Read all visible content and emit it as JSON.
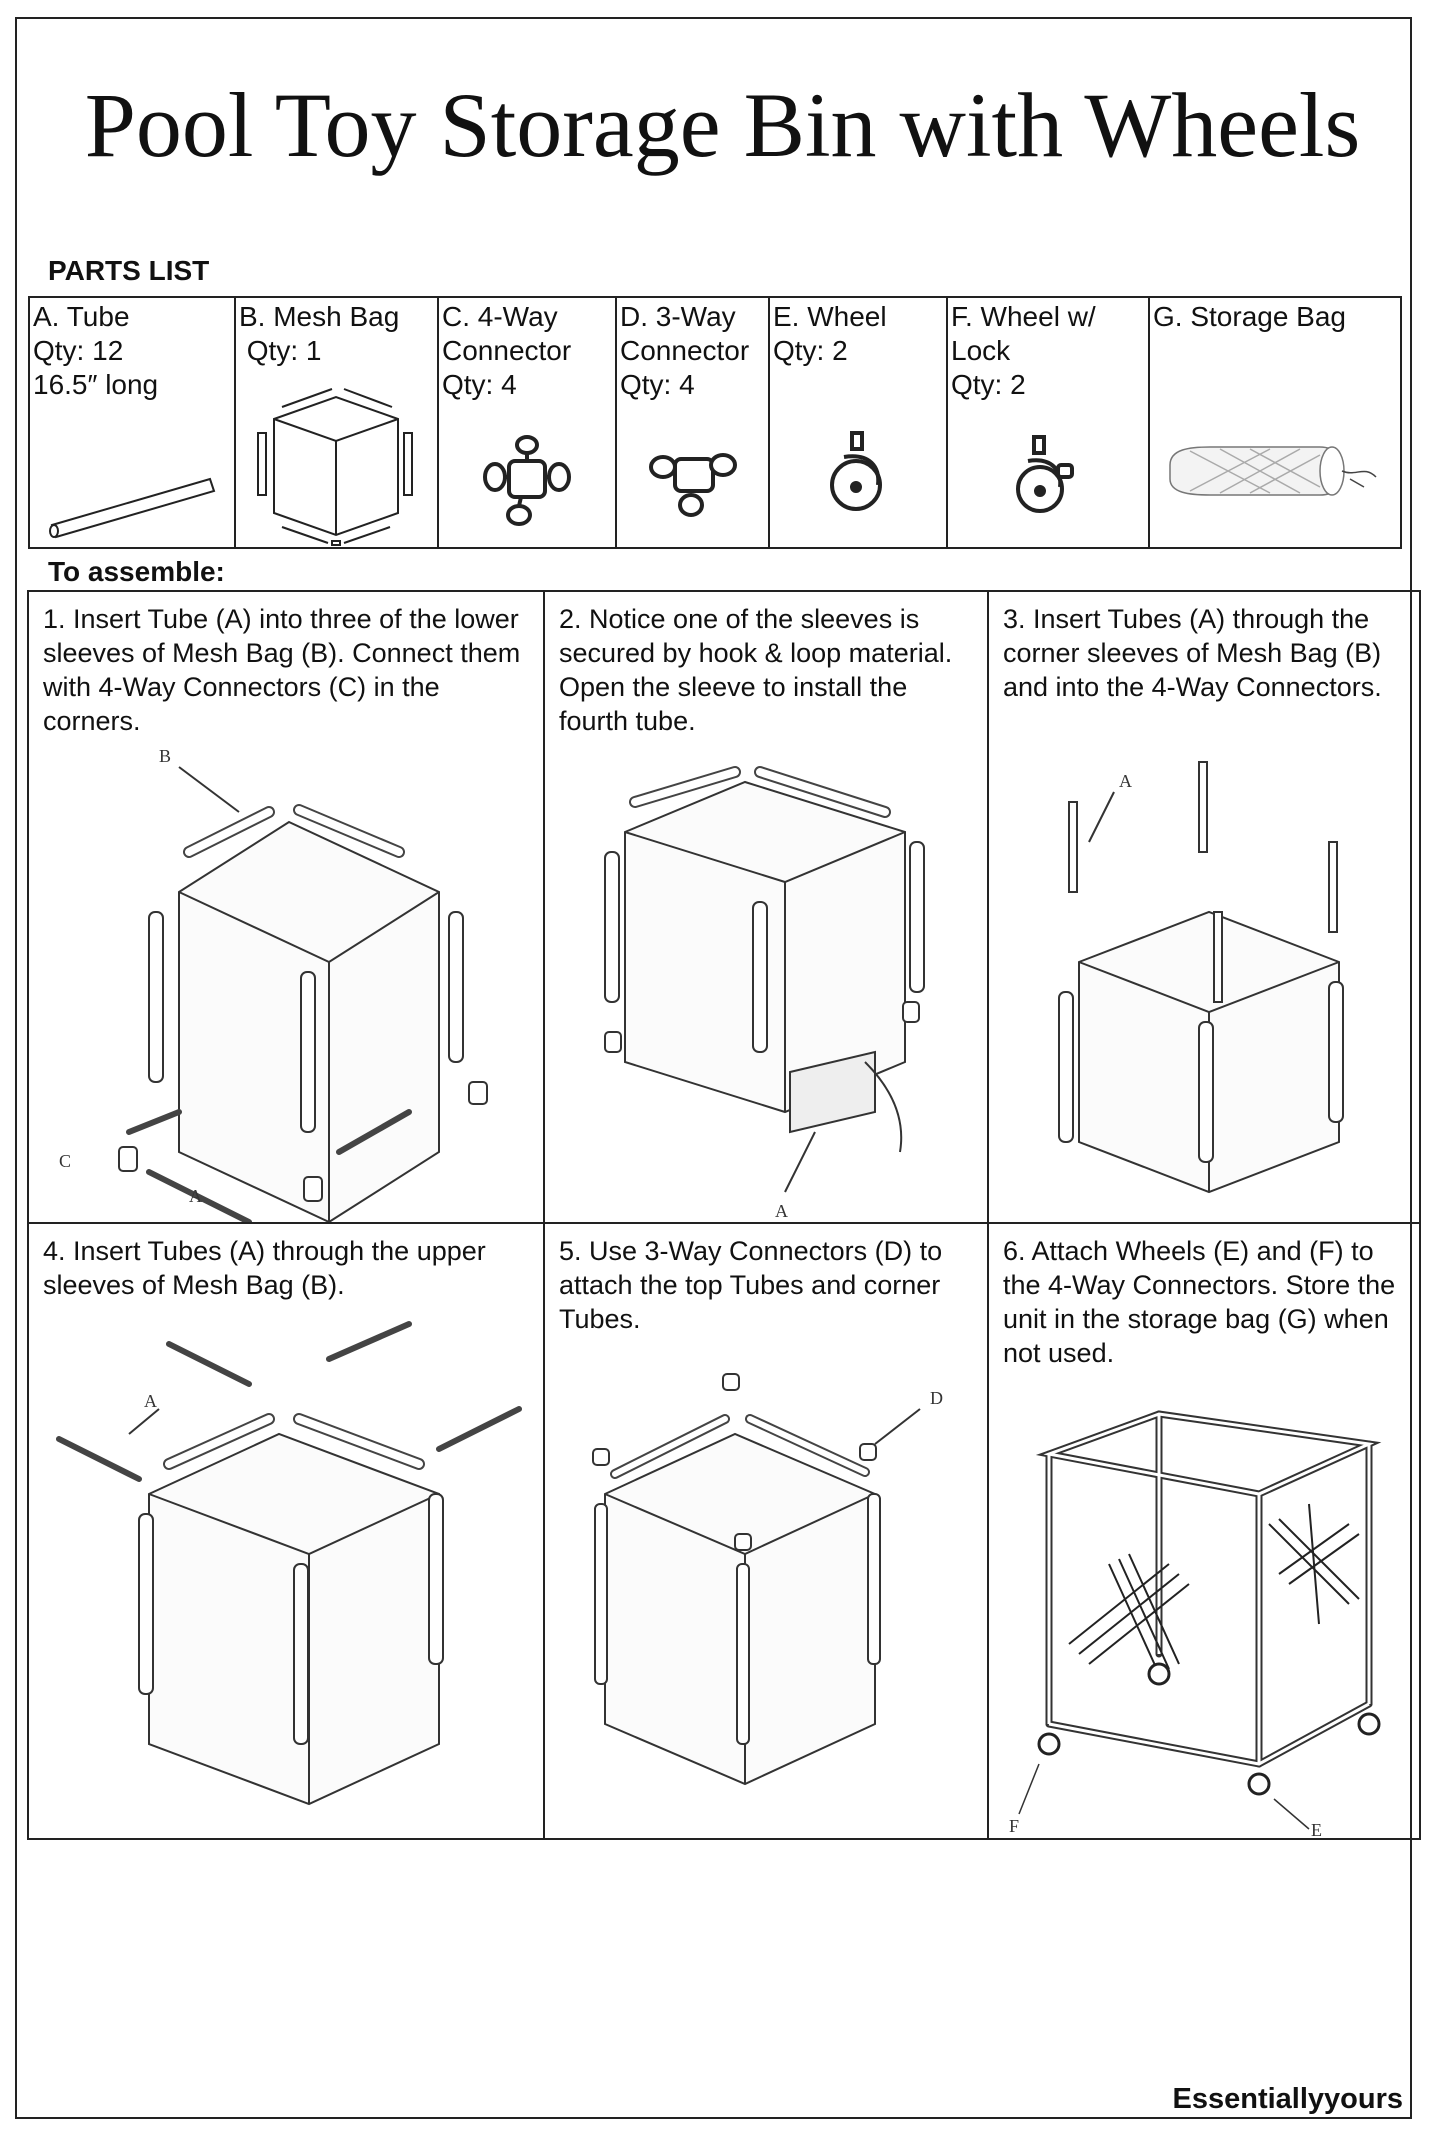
{
  "title": "Pool Toy Storage Bin with Wheels",
  "parts_heading": "PARTS LIST",
  "parts": [
    {
      "name": "A. Tube",
      "qty": "Qty: 12",
      "extra": "16.5″ long"
    },
    {
      "name": "B. Mesh Bag",
      "qty": " Qty: 1"
    },
    {
      "name": "C. 4-Way\nConnector",
      "qty": "Qty: 4"
    },
    {
      "name": "D. 3-Way\nConnector",
      "qty": "Qty: 4"
    },
    {
      "name": "E. Wheel",
      "qty": "Qty: 2"
    },
    {
      "name": "F. Wheel w/\nLock",
      "qty": "Qty: 2"
    },
    {
      "name": "G. Storage Bag"
    }
  ],
  "assemble_heading": "To assemble:",
  "steps": [
    {
      "text": "1. Insert Tube (A) into three of the lower sleeves of Mesh Bag (B). Connect them with 4-Way Connectors (C) in the corners.",
      "labels": [
        "B",
        "C",
        "A"
      ]
    },
    {
      "text": "2. Notice one of the sleeves is secured by hook & loop material. Open the sleeve to install the fourth tube.",
      "labels": [
        "A"
      ]
    },
    {
      "text": "3. Insert Tubes (A) through the corner sleeves of Mesh Bag (B) and into the 4-Way Connectors.",
      "labels": [
        "A"
      ]
    },
    {
      "text": "4. Insert Tubes (A) through the upper sleeves of Mesh Bag (B).",
      "labels": [
        "A"
      ]
    },
    {
      "text": "5. Use 3-Way Connectors (D) to attach the top Tubes and corner Tubes.",
      "labels": [
        "D"
      ]
    },
    {
      "text": "6. Attach Wheels (E) and (F) to the 4-Way Connectors. Store the unit in the storage bag (G) when not used.",
      "labels": [
        "F",
        "E"
      ]
    }
  ],
  "brand": "Essentiallyyours"
}
